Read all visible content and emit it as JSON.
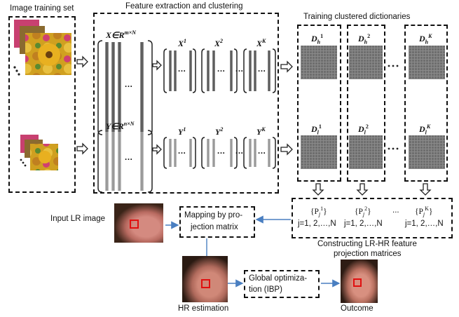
{
  "titles": {
    "training_set": "Image training set",
    "feature_extraction": "Feature extraction and clustering",
    "dictionaries": "Training clustered dictionaries"
  },
  "matrices": {
    "x_main": "X∈R",
    "x_main_sup": "m×N",
    "x1": "X",
    "x1_sup": "1",
    "x2": "X",
    "x2_sup": "2",
    "xk": "X",
    "xk_sup": "K",
    "y_main": "Y∈R",
    "y_main_sup": "n×N",
    "y1": "Y",
    "y1_sup": "1",
    "y2": "Y",
    "y2_sup": "2",
    "yk": "Y",
    "yk_sup": "K",
    "dots": "···"
  },
  "dicts": {
    "dh1": "D",
    "dh1_sub": "h",
    "dh1_sup": "1",
    "dh2": "D",
    "dh2_sub": "h",
    "dh2_sup": "2",
    "dhk": "D",
    "dhk_sub": "h",
    "dhk_sup": "K",
    "dl1": "D",
    "dl1_sub": "l",
    "dl1_sup": "1",
    "dl2": "D",
    "dl2_sub": "l",
    "dl2_sup": "2",
    "dlk": "D",
    "dlk_sub": "l",
    "dlk_sup": "K"
  },
  "projection": {
    "p1": "{P",
    "p1_sub": "j",
    "p1_sup": "1",
    "p1_end": "}",
    "p2": "{P",
    "p2_sub": "j",
    "p2_sup": "2",
    "p2_end": "}",
    "pk": "{P",
    "pk_sub": "j",
    "pk_sup": "K",
    "pk_end": "}",
    "range1": "j=1, 2,…,N",
    "range2": "j=1, 2,…,N",
    "range3": "j=1, 2,…,N",
    "ellipsis": "...",
    "caption_line1": "Constructing LR-HR feature",
    "caption_line2": "projection matrices"
  },
  "pipeline": {
    "input_label": "Input LR image",
    "mapping_line1": "Mapping by pro-",
    "mapping_line2": "jection matrix",
    "hr_label": "HR estimation",
    "global_line1": "Global optimiza-",
    "global_line2": "tion (IBP)",
    "outcome_label": "Outcome"
  },
  "colors": {
    "accent_line": "#4a7fc1",
    "highlight_box": "#e01010"
  }
}
